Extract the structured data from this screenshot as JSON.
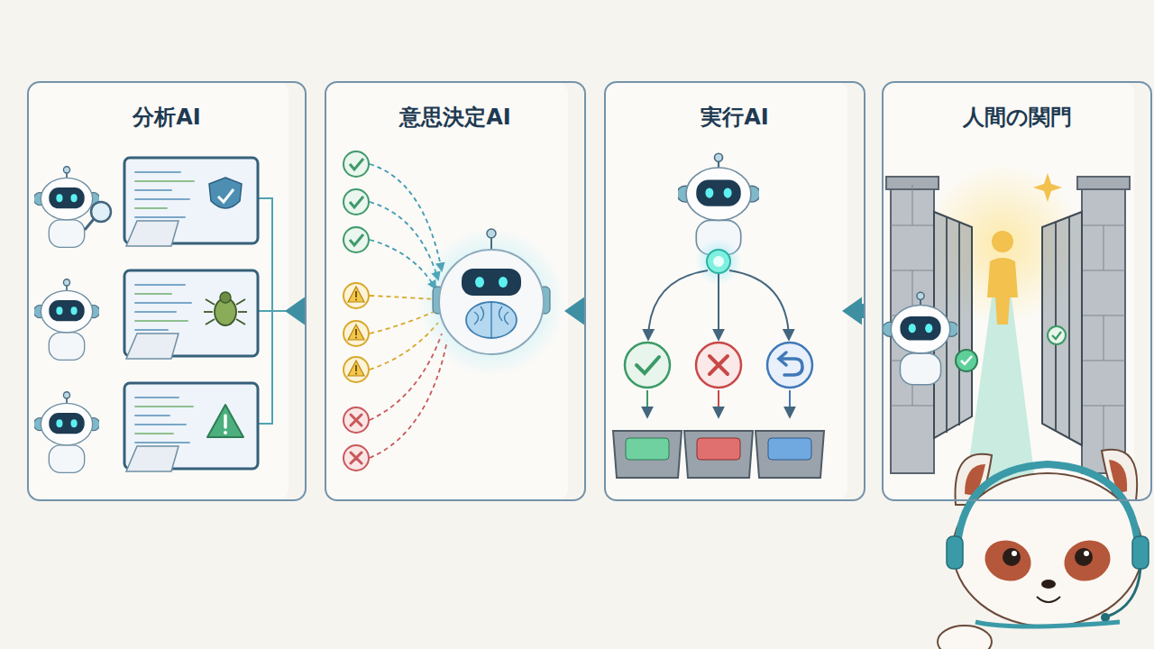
{
  "diagram": {
    "nodes": [
      {
        "text": [
          "分析AI"
        ]
      },
      {
        "text": [
          "意思決定AI"
        ]
      },
      {
        "text": [
          "実行AI"
        ]
      },
      {
        "text": [
          "人間の関門"
        ]
      }
    ],
    "edges": [
      {
        "from": 0,
        "to": 1,
        "arrow": "to"
      },
      {
        "from": 1,
        "to": 2,
        "arrow": "to"
      },
      {
        "from": 2,
        "to": 3,
        "arrow": "to"
      }
    ]
  }
}
